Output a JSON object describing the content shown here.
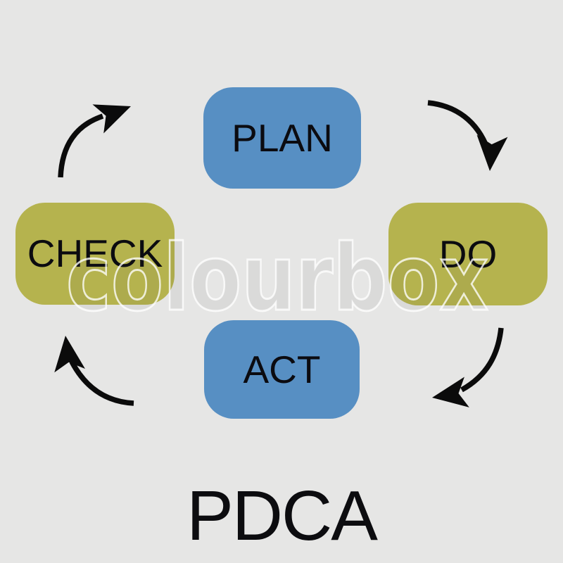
{
  "diagram": {
    "title": "PDCA",
    "watermark": "colourbox",
    "nodes": [
      {
        "id": "plan",
        "label": "PLAN",
        "color": "#578FC3",
        "shape": "rounded-rectangle",
        "position": "top-center"
      },
      {
        "id": "do",
        "label": "DO",
        "color": "#B5B34E",
        "shape": "rounded-rectangle",
        "position": "middle-right"
      },
      {
        "id": "check",
        "label": "CHECK",
        "color": "#B5B34E",
        "shape": "rounded-rectangle",
        "position": "middle-left"
      },
      {
        "id": "act",
        "label": "ACT",
        "color": "#578FC3",
        "shape": "rounded-rectangle",
        "position": "bottom-center"
      }
    ],
    "arrows": [
      {
        "from": "CHECK",
        "to": "PLAN",
        "corner": "top-left"
      },
      {
        "from": "PLAN",
        "to": "DO",
        "corner": "top-right"
      },
      {
        "from": "DO",
        "to": "ACT",
        "corner": "bottom-right"
      },
      {
        "from": "ACT",
        "to": "CHECK",
        "corner": "bottom-left"
      }
    ],
    "cycle_direction": "clockwise",
    "colors": {
      "background": "#E6E6E5",
      "node_blue": "#578FC3",
      "node_olive": "#B5B34E",
      "arrow": "#0B0B0B",
      "label_text": "#0B0B10",
      "title_text": "#0C0C0F",
      "watermark_outline": "#FFFFFF"
    }
  }
}
